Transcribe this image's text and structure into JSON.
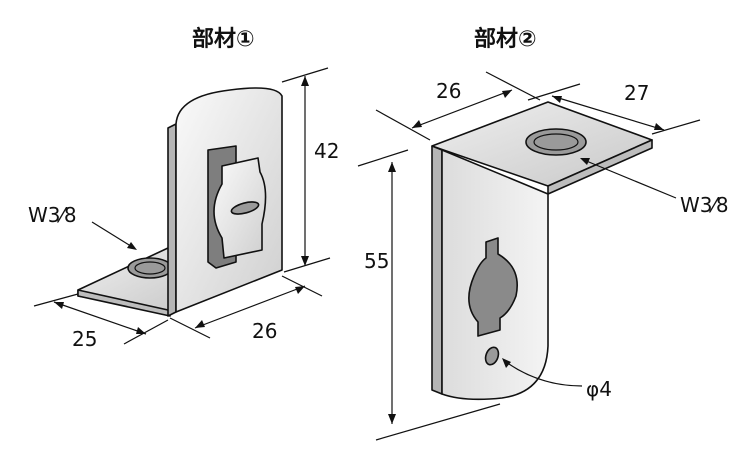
{
  "parts": [
    {
      "title": "部材①",
      "dims": {
        "height": "42",
        "width": "26",
        "depth": "25"
      },
      "thread_label": "W3⁄8"
    },
    {
      "title": "部材②",
      "dims": {
        "height": "55",
        "top_depth": "26",
        "top_width": "27"
      },
      "thread_label": "W3⁄8",
      "hole_label": "φ4"
    }
  ],
  "colors": {
    "metal_light": "#f2f2f2",
    "metal_mid": "#d9d9d9",
    "metal_dark": "#a8a8a8",
    "line": "#111111"
  }
}
